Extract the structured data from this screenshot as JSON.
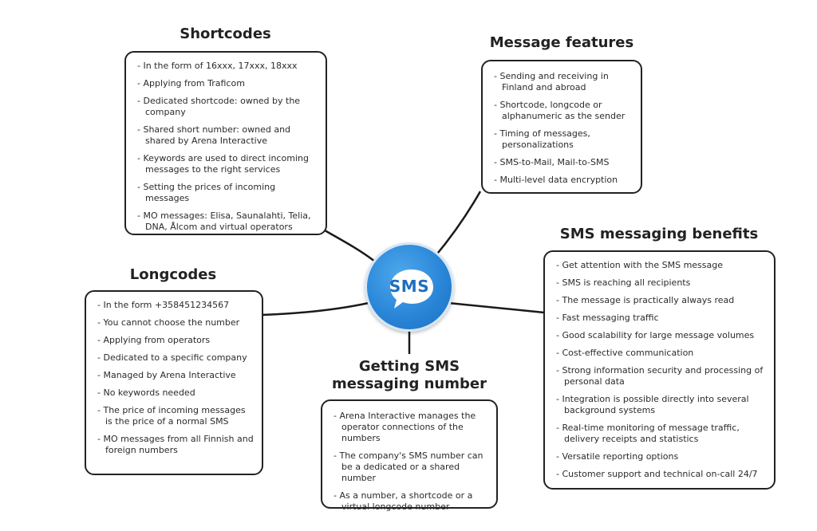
{
  "hub": {
    "label": "SMS"
  },
  "shortcodes": {
    "title": "Shortcodes",
    "items": [
      "In the form of 16xxx, 17xxx, 18xxx",
      "Applying from Traficom",
      "Dedicated shortcode: owned by the company",
      "Shared short number: owned and shared by Arena Interactive",
      "Keywords are used to direct incoming messages to the right services",
      "Setting the prices of incoming messages",
      "MO messages: Elisa, Saunalahti, Telia, DNA, Ålcom and virtual operators"
    ]
  },
  "message_features": {
    "title": "Message features",
    "items": [
      "Sending and receiving in Finland and abroad",
      "Shortcode, longcode or alphanumeric as the sender",
      "Timing of messages, personalizations",
      "SMS-to-Mail, Mail-to-SMS",
      "Multi-level data encryption"
    ]
  },
  "longcodes": {
    "title": "Longcodes",
    "items": [
      "In the form +358451234567",
      "You cannot choose the number",
      "Applying from operators",
      "Dedicated to a specific company",
      "Managed by Arena Interactive",
      "No keywords needed",
      "The price of incoming messages is the price of a normal SMS",
      "MO messages from all Finnish and foreign numbers"
    ]
  },
  "getting_number": {
    "title_line1": "Getting SMS",
    "title_line2": "messaging number",
    "items": [
      "Arena Interactive manages the operator connections of the numbers",
      "The company's SMS number can be a dedicated or a shared number",
      "As a number, a shortcode or a virtual longcode number"
    ]
  },
  "benefits": {
    "title": "SMS messaging benefits",
    "items": [
      "Get attention with the SMS message",
      "SMS is reaching all recipients",
      "The message is practically always read",
      "Fast messaging traffic",
      "Good scalability for large message volumes",
      "Cost-effective communication",
      "Strong information security and processing of personal data",
      "Integration is possible directly into several background systems",
      "Real-time monitoring of message traffic, delivery receipts and statistics",
      "Versatile reporting options",
      "Customer support and technical on-call 24/7"
    ]
  }
}
